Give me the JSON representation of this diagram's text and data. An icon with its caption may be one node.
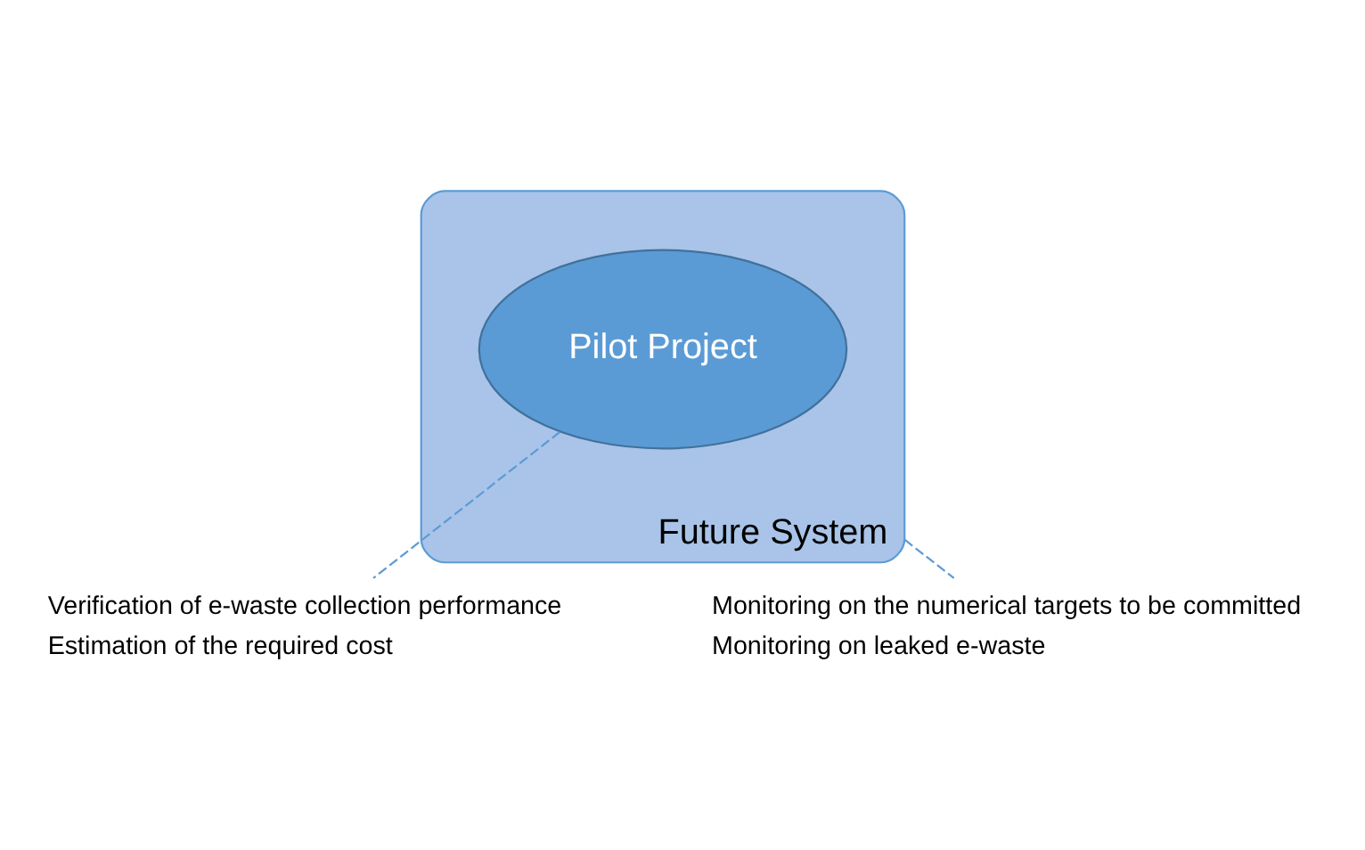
{
  "diagram": {
    "nodes": [
      {
        "text": [
          "Future System"
        ]
      },
      {
        "text": [
          "Pilot Project"
        ],
        "in": 0
      },
      {
        "text": [
          "Verification of e-waste collection performance",
          "Estimation of the required cost"
        ]
      },
      {
        "text": [
          "Monitoring on the numerical targets to be committed",
          "Monitoring on leaked e-waste"
        ]
      }
    ],
    "edges": [
      {
        "from": 1,
        "to": 2,
        "arrow": "none",
        "style": "dashed"
      },
      {
        "from": 0,
        "to": 3,
        "arrow": "none",
        "style": "dashed"
      }
    ]
  }
}
